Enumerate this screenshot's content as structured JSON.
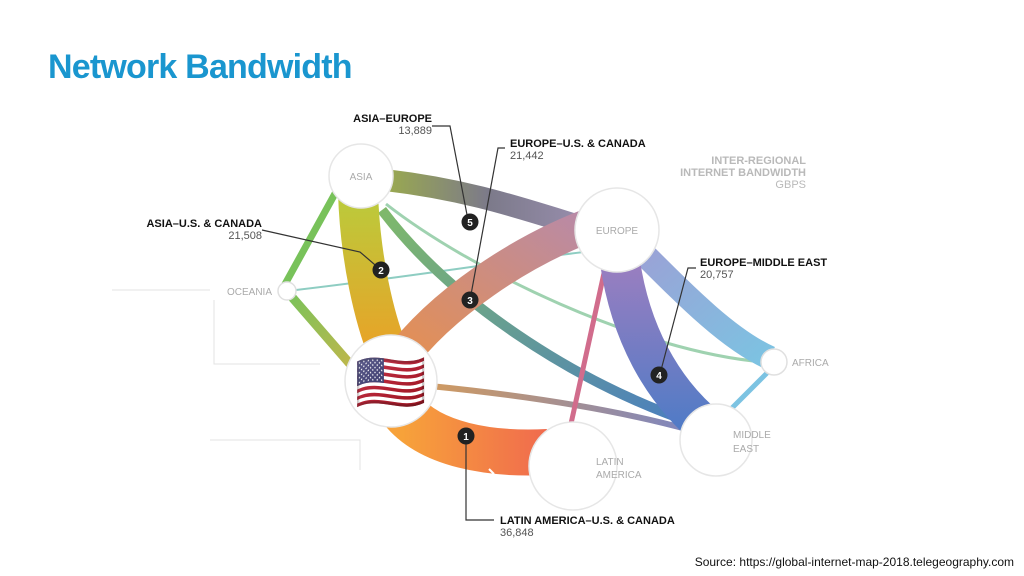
{
  "title": "Network Bandwidth",
  "legend": {
    "line1": "INTER-REGIONAL",
    "line2": "INTERNET BANDWIDTH",
    "line3": "GBPS"
  },
  "regions": {
    "asia": "ASIA",
    "europe": "EUROPE",
    "oceania": "OCEANIA",
    "africa": "AFRICA",
    "middle_east_1": "MIDDLE",
    "middle_east_2": "EAST",
    "latin_america_1": "LATIN",
    "latin_america_2": "AMERICA",
    "us_canada_flag": "🇺🇸"
  },
  "routes": [
    {
      "rank": "1",
      "name": "LATIN AMERICA–U.S. & CANADA",
      "value": "36,848",
      "gbps": 36848,
      "color": "#f7874a"
    },
    {
      "rank": "2",
      "name": "ASIA–U.S. & CANADA",
      "value": "21,508",
      "gbps": 21508,
      "color": "#d4c23a"
    },
    {
      "rank": "3",
      "name": "EUROPE–U.S. & CANADA",
      "value": "21,442",
      "gbps": 21442,
      "color": "#d58e6e"
    },
    {
      "rank": "4",
      "name": "EUROPE–MIDDLE EAST",
      "value": "20,757",
      "gbps": 20757,
      "color": "#6d7fc6"
    },
    {
      "rank": "5",
      "name": "ASIA–EUROPE",
      "value": "13,889",
      "gbps": 13889,
      "color": "#8c8a98"
    }
  ],
  "source": "Source: https://global-internet-map-2018.telegeography.com"
}
